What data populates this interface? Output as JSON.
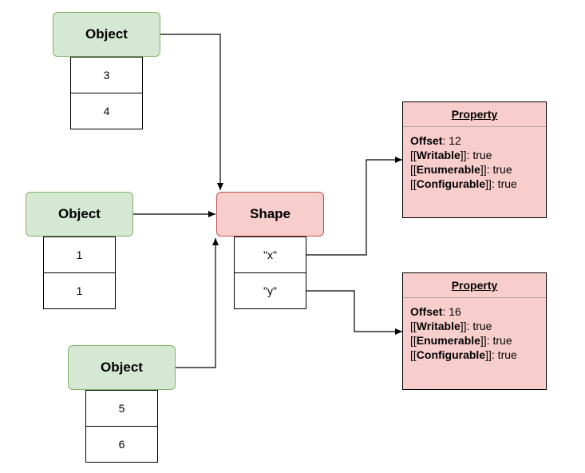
{
  "objects": [
    {
      "label": "Object",
      "values": [
        "3",
        "4"
      ]
    },
    {
      "label": "Object",
      "values": [
        "1",
        "1"
      ]
    },
    {
      "label": "Object",
      "values": [
        "5",
        "6"
      ]
    }
  ],
  "shape": {
    "label": "Shape",
    "keys": [
      "\"x\"",
      "\"y\""
    ]
  },
  "properties": [
    {
      "title": "Property",
      "offset_key": "Offset",
      "offset_value": ": 12",
      "writable_key": "Writable",
      "writable_value": "]]: true",
      "enumerable_key": "Enumerable",
      "enumerable_value": "]]: true",
      "configurable_key": "Configurable",
      "configurable_value": "]]: true",
      "open_bracket": "[["
    },
    {
      "title": "Property",
      "offset_key": "Offset",
      "offset_value": ": 16",
      "writable_key": "Writable",
      "writable_value": "]]: true",
      "enumerable_key": "Enumerable",
      "enumerable_value": "]]: true",
      "configurable_key": "Configurable",
      "configurable_value": "]]: true",
      "open_bracket": "[["
    }
  ],
  "colors": {
    "object_fill": "#d5e8d4",
    "object_stroke": "#82b366",
    "shape_fill": "#f8cecc",
    "shape_stroke": "#b85450",
    "property_fill": "#f8cecc"
  }
}
